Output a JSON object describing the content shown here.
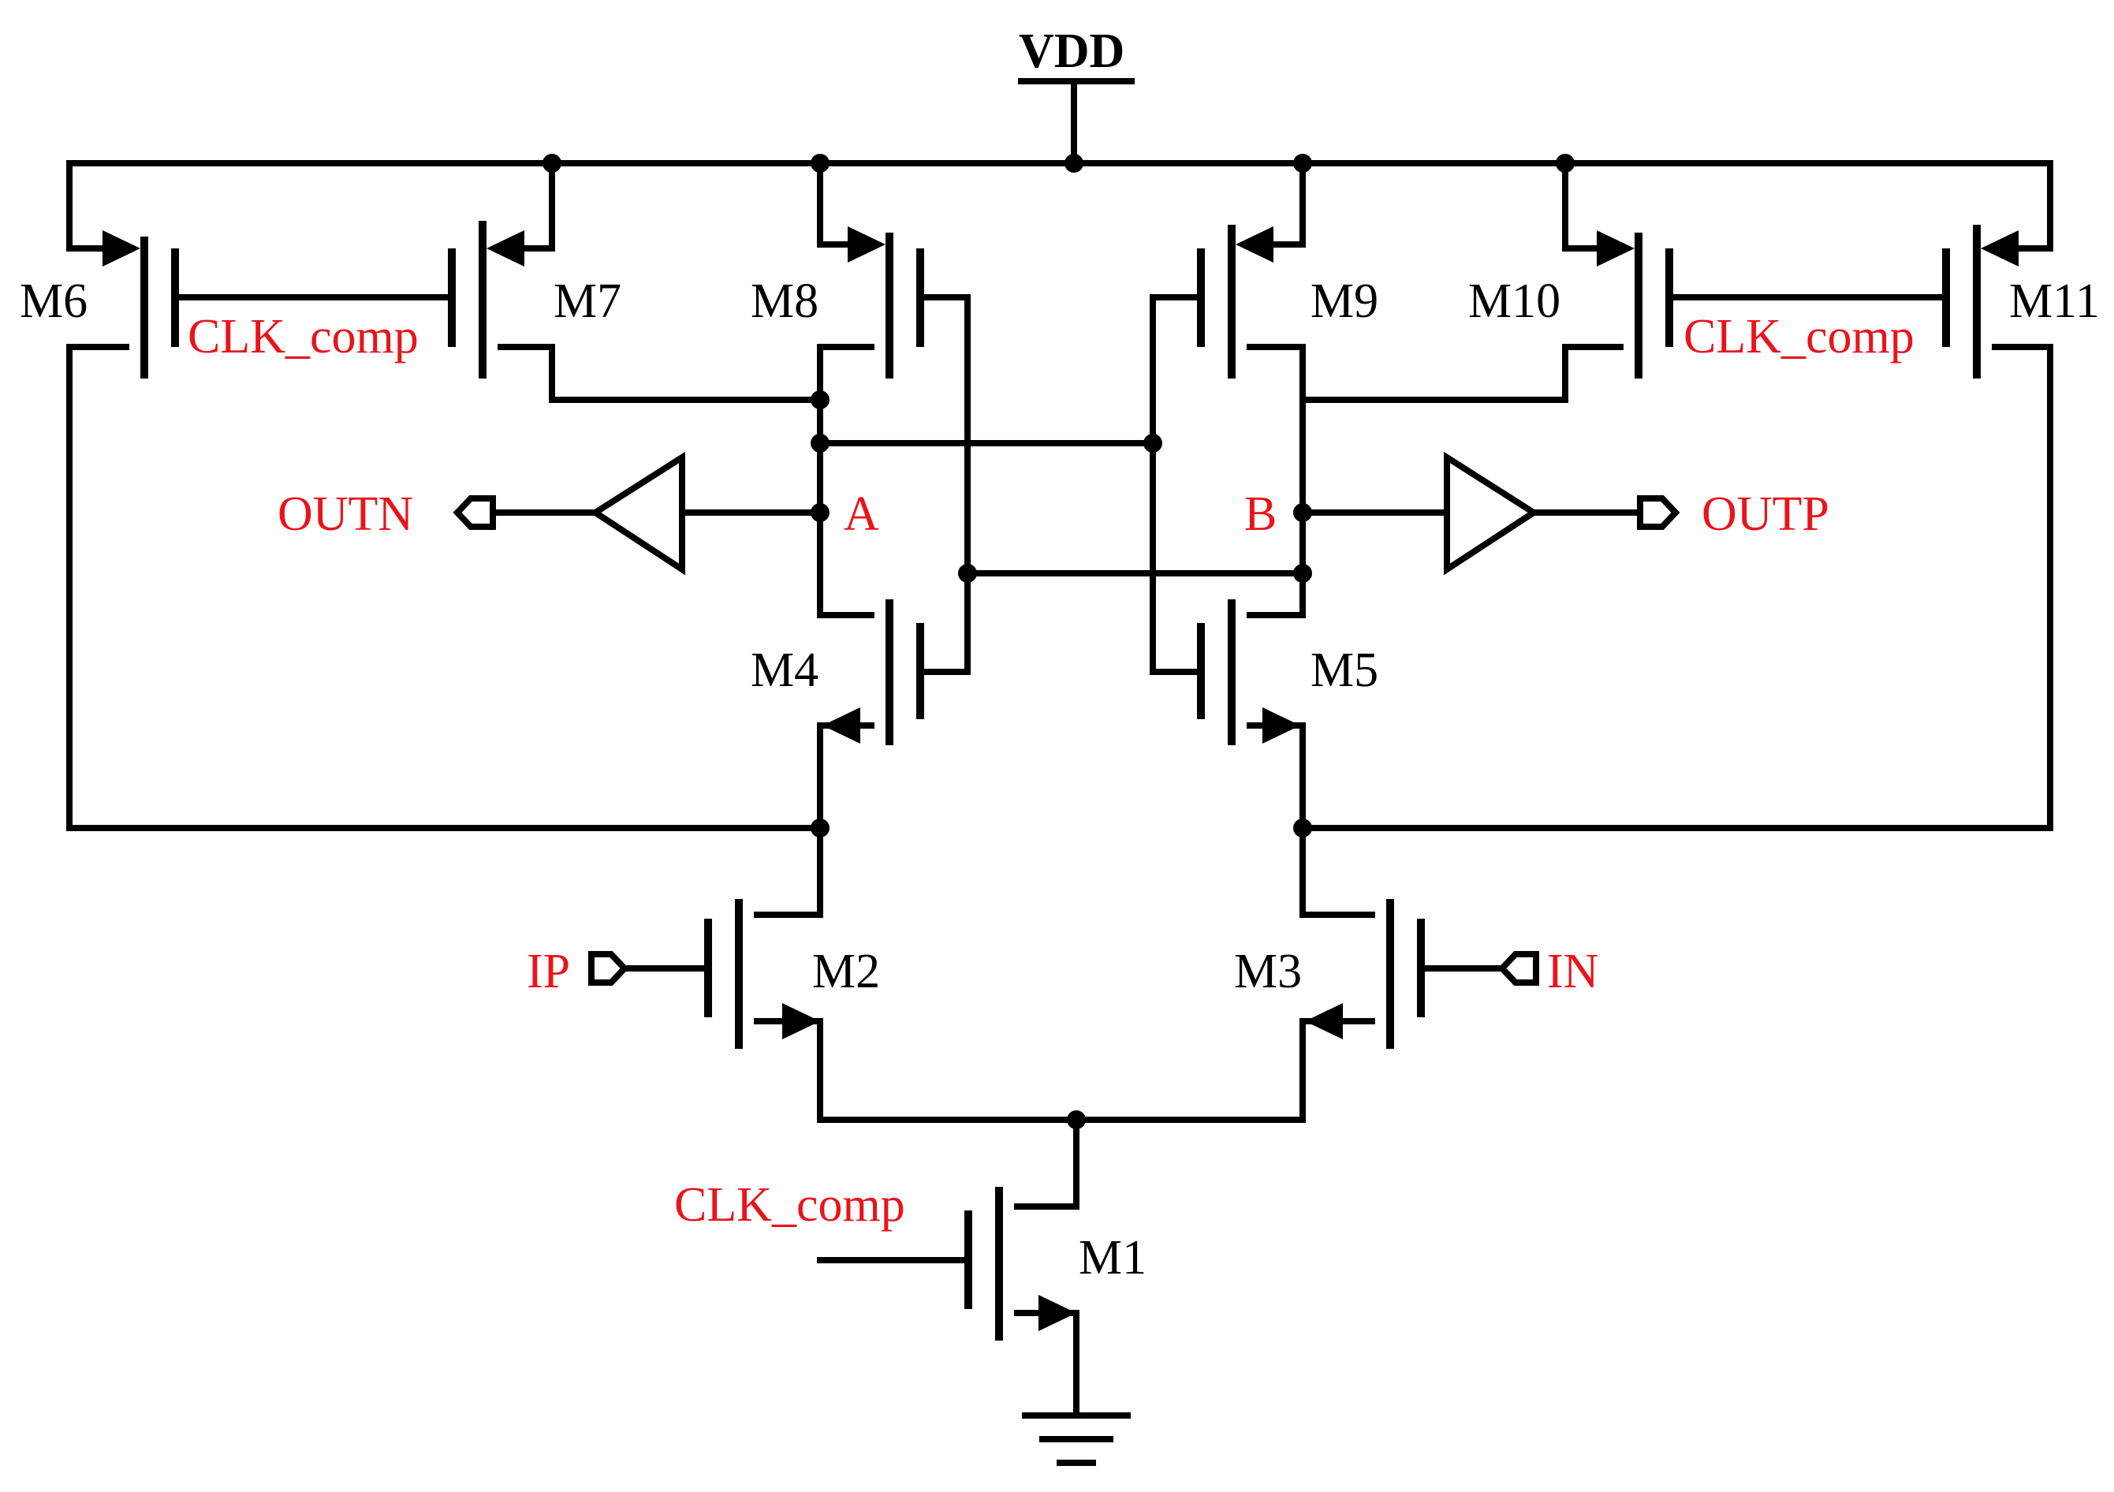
{
  "labels": {
    "vdd": "VDD",
    "m1": "M1",
    "m2": "M2",
    "m3": "M3",
    "m4": "M4",
    "m5": "M5",
    "m6": "M6",
    "m7": "M7",
    "m8": "M8",
    "m9": "M9",
    "m10": "M10",
    "m11": "M11",
    "clk_left": "CLK_comp",
    "clk_right": "CLK_comp",
    "clk_bottom": "CLK_comp",
    "node_a": "A",
    "node_b": "B",
    "outn": "OUTN",
    "outp": "OUTP",
    "ip": "IP",
    "in": "IN"
  },
  "colors": {
    "wire": "#000000",
    "signal_label": "#e8141b",
    "device_label": "#000000"
  }
}
